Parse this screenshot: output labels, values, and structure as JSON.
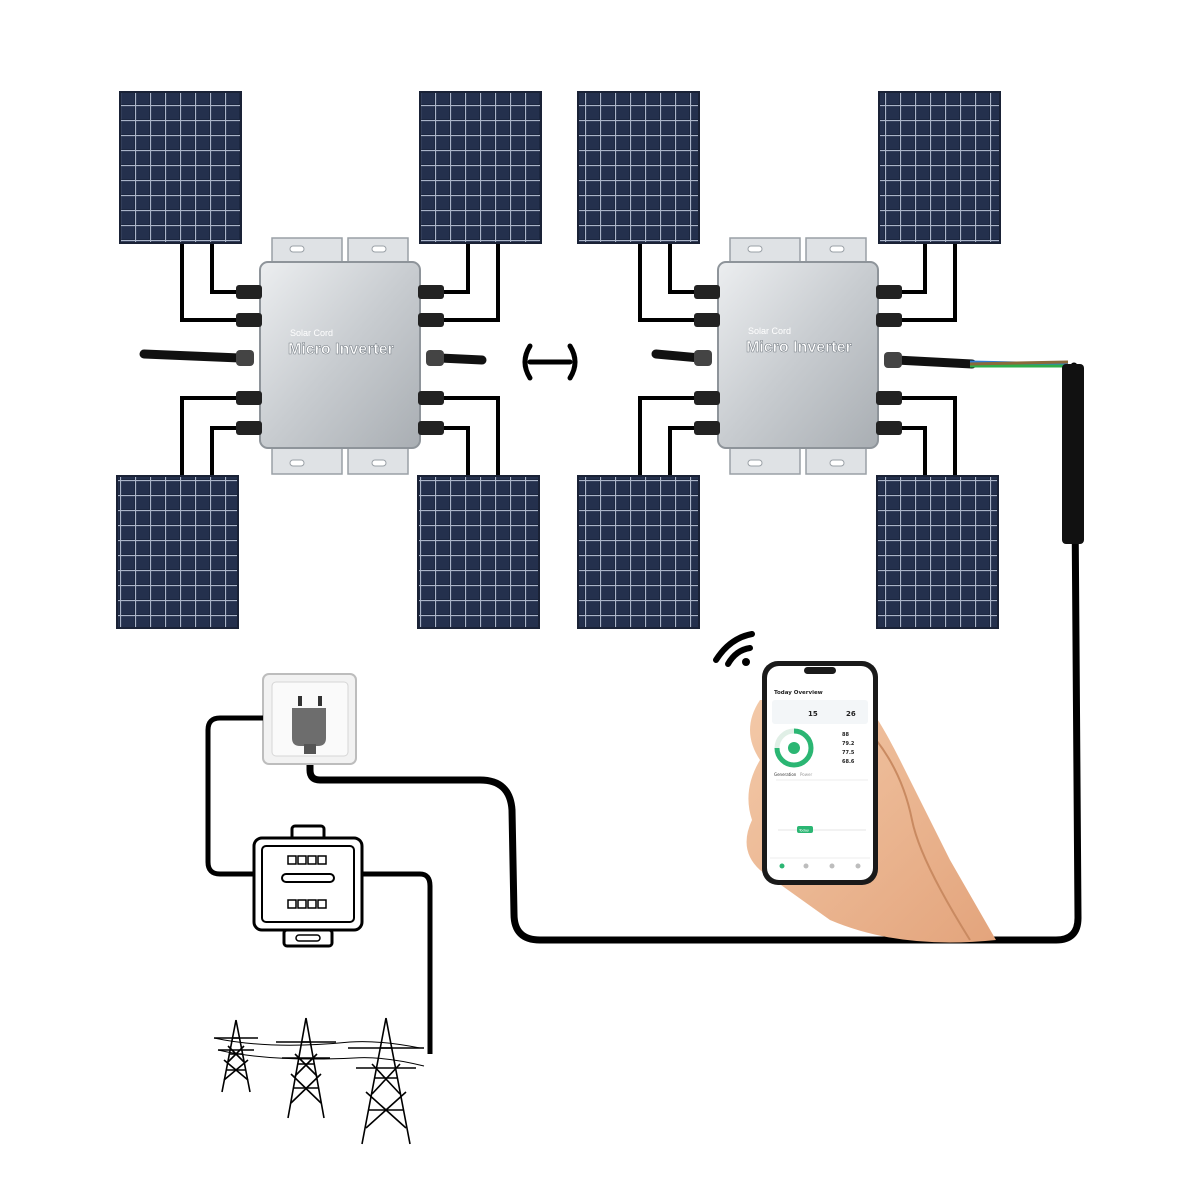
{
  "diagram": {
    "inverters": [
      {
        "brand": "Solar Cord",
        "label": "Micro Inverter"
      },
      {
        "brand": "Solar Cord",
        "label": "Micro Inverter"
      }
    ],
    "app": {
      "title": "Today Overview",
      "stat_1": "15",
      "stat_2": "26",
      "readings": [
        "88",
        "79.2",
        "77.5",
        "68.6"
      ],
      "tab_1": "Generation",
      "tab_2": "Power",
      "button": "Today"
    }
  }
}
